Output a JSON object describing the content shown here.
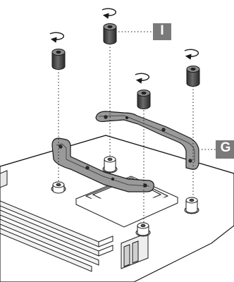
{
  "callouts": {
    "thumbscrews": "I",
    "bracket": "G"
  },
  "colors": {
    "line": "#1a1a1a",
    "screw_fill": "#4a4a4a",
    "bracket_fill": "#8c8c8c",
    "callout_bg": "#7a7a7a"
  },
  "icons": [
    "rotate-arrow-icon",
    "thumbscrew",
    "standoff",
    "mounting-bracket"
  ]
}
